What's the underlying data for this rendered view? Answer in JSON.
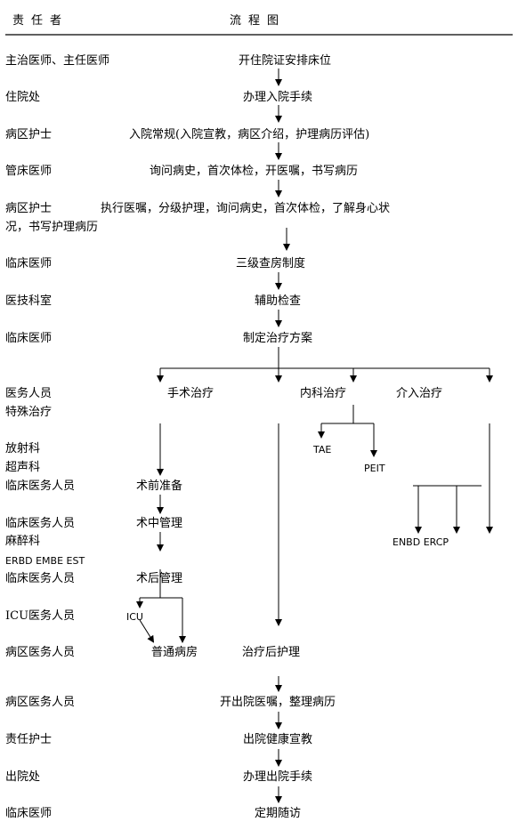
{
  "header": {
    "col_role": "责任者",
    "col_flow": "流程图"
  },
  "roles": {
    "r1": "主治医师、主任医师",
    "r2": "住院处",
    "r3": "病区护士",
    "r4": "管床医师",
    "r5": "病区护士",
    "r6": "临床医师",
    "r7": "医技科室",
    "r8": "临床医师",
    "r9": "医务人员",
    "r10": "特殊治疗",
    "r11": "放射科",
    "r12": "超声科",
    "r13": "临床医务人员",
    "r14": "临床医务人员",
    "r15": "麻醉科",
    "r16": "ERBD EMBE  EST",
    "r17": "临床医务人员",
    "r18": "ICU医务人员",
    "r19": "病区医务人员",
    "r20": "病区医务人员",
    "r21": "责任护士",
    "r22": "出院处",
    "r23": "临床医师"
  },
  "steps": {
    "s1": "开住院证安排床位",
    "s2": "办理入院手续",
    "s3": "入院常规(入院宣教，病区介绍，护理病历评估)",
    "s4": "询问病史，首次体检，开医嘱，书写病历",
    "s5a": "执行医嘱，分级护理，询问病史，首次体检，了解身心状",
    "s5b": "况，书写护理病历",
    "s6": "三级查房制度",
    "s7": "辅助检查",
    "s8": "制定治疗方案",
    "b_surgery": "手术治疗",
    "b_internal": "内科治疗",
    "b_interventional": "介入治疗",
    "tae": "TAE",
    "peit": "PEIT",
    "pre_op": "术前准备",
    "intra_op": "术中管理",
    "enbd_ercp": "ENBD ERCP",
    "post_op": "术后管理",
    "icu": "ICU",
    "general_ward": "普通病房",
    "post_care": "治疗后护理",
    "discharge_orders": "开出院医嘱，整理病历",
    "discharge_edu": "出院健康宣教",
    "discharge_proc": "办理出院手续",
    "followup": "定期随访"
  }
}
